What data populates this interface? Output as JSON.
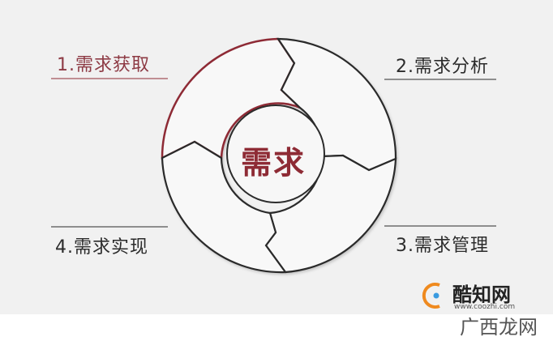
{
  "diagram": {
    "center_title": "需求",
    "stages": [
      {
        "label": "1.需求获取"
      },
      {
        "label": "2.需求分析"
      },
      {
        "label": "3.需求管理"
      },
      {
        "label": "4.需求实现"
      }
    ]
  },
  "watermark": {
    "brand": "酷知网",
    "url": "www.coozhi.com",
    "subtitle": "广西龙网"
  },
  "colors": {
    "background": "#f1f1f1",
    "accent": "#8e2b35",
    "outline": "#2b2b2b"
  }
}
